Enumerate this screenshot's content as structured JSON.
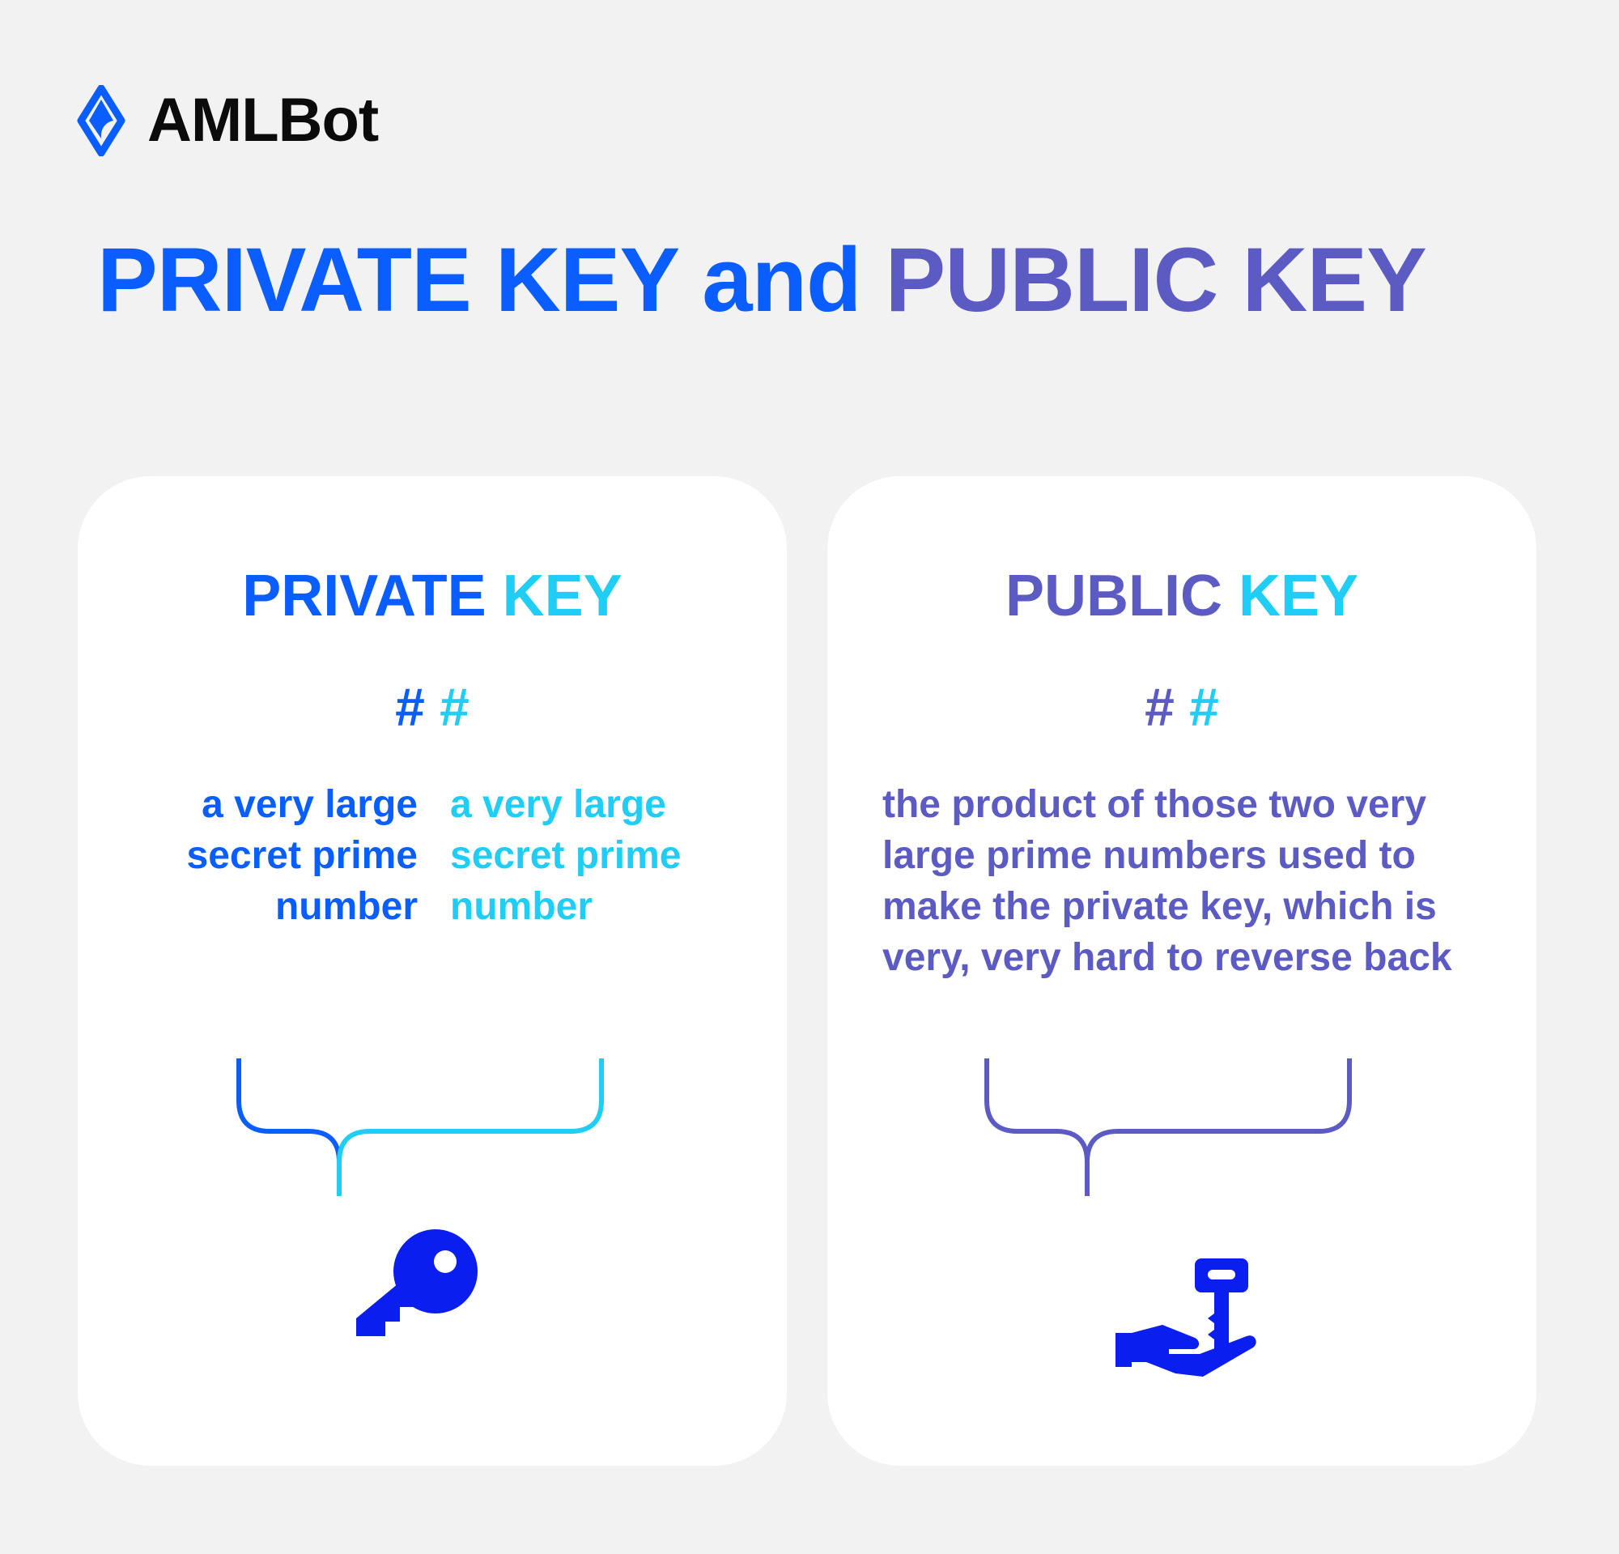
{
  "brand": {
    "name": "AMLBot"
  },
  "title": {
    "part1": "PRIVATE KEY",
    "part2": "and",
    "part3": "PUBLIC KEY"
  },
  "cards": {
    "private": {
      "title_a": "PRIVATE",
      "title_b": "KEY",
      "hash_a": "#",
      "hash_b": "#",
      "desc_a": "a very large secret prime number",
      "desc_b": "a very large secret prime number",
      "icon": "key-icon"
    },
    "public": {
      "title_a": "PUBLIC",
      "title_b": "KEY",
      "hash_a": "#",
      "hash_b": "#",
      "desc": "the product of those two very large prime numbers used to make the private key, which is very, very hard to reverse back",
      "icon": "hand-holding-key-icon"
    }
  },
  "colors": {
    "background": "#f2f2f2",
    "card": "#ffffff",
    "blue": "#0a5dff",
    "purple": "#5c5bc4",
    "cyan": "#1fcdf5",
    "icon_blue": "#0a1ef0",
    "logo_text": "#0b0b0b"
  }
}
